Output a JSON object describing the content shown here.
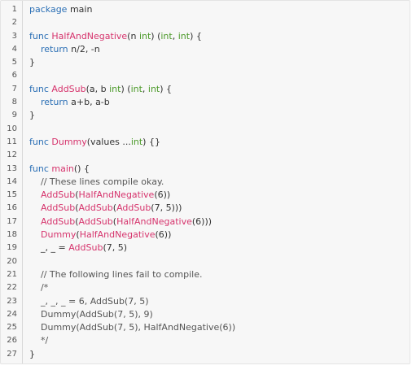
{
  "colors": {
    "keyword": "#2b6fb5",
    "function": "#d6336c",
    "type": "#4c9a2a",
    "comment": "#555555",
    "plain": "#333333"
  },
  "lines": [
    {
      "n": "1",
      "tokens": [
        [
          "keyword",
          "package"
        ],
        [
          "plain",
          " main"
        ]
      ]
    },
    {
      "n": "2",
      "tokens": []
    },
    {
      "n": "3",
      "tokens": [
        [
          "keyword",
          "func"
        ],
        [
          "plain",
          " "
        ],
        [
          "func",
          "HalfAndNegative"
        ],
        [
          "plain",
          "(n "
        ],
        [
          "type",
          "int"
        ],
        [
          "plain",
          ") ("
        ],
        [
          "type",
          "int"
        ],
        [
          "plain",
          ", "
        ],
        [
          "type",
          "int"
        ],
        [
          "plain",
          ") {"
        ]
      ]
    },
    {
      "n": "4",
      "tokens": [
        [
          "plain",
          "    "
        ],
        [
          "keyword",
          "return"
        ],
        [
          "plain",
          " n/2, -n"
        ]
      ]
    },
    {
      "n": "5",
      "tokens": [
        [
          "plain",
          "}"
        ]
      ]
    },
    {
      "n": "6",
      "tokens": []
    },
    {
      "n": "7",
      "tokens": [
        [
          "keyword",
          "func"
        ],
        [
          "plain",
          " "
        ],
        [
          "func",
          "AddSub"
        ],
        [
          "plain",
          "(a, b "
        ],
        [
          "type",
          "int"
        ],
        [
          "plain",
          ") ("
        ],
        [
          "type",
          "int"
        ],
        [
          "plain",
          ", "
        ],
        [
          "type",
          "int"
        ],
        [
          "plain",
          ") {"
        ]
      ]
    },
    {
      "n": "8",
      "tokens": [
        [
          "plain",
          "    "
        ],
        [
          "keyword",
          "return"
        ],
        [
          "plain",
          " a+b, a-b"
        ]
      ]
    },
    {
      "n": "9",
      "tokens": [
        [
          "plain",
          "}"
        ]
      ]
    },
    {
      "n": "10",
      "tokens": []
    },
    {
      "n": "11",
      "tokens": [
        [
          "keyword",
          "func"
        ],
        [
          "plain",
          " "
        ],
        [
          "func",
          "Dummy"
        ],
        [
          "plain",
          "(values ..."
        ],
        [
          "type",
          "int"
        ],
        [
          "plain",
          ") {}"
        ]
      ]
    },
    {
      "n": "12",
      "tokens": []
    },
    {
      "n": "13",
      "tokens": [
        [
          "keyword",
          "func"
        ],
        [
          "plain",
          " "
        ],
        [
          "func",
          "main"
        ],
        [
          "plain",
          "() {"
        ]
      ]
    },
    {
      "n": "14",
      "tokens": [
        [
          "plain",
          "    "
        ],
        [
          "comment",
          "// These lines compile okay."
        ]
      ]
    },
    {
      "n": "15",
      "tokens": [
        [
          "plain",
          "    "
        ],
        [
          "func",
          "AddSub"
        ],
        [
          "plain",
          "("
        ],
        [
          "func",
          "HalfAndNegative"
        ],
        [
          "plain",
          "(6))"
        ]
      ]
    },
    {
      "n": "16",
      "tokens": [
        [
          "plain",
          "    "
        ],
        [
          "func",
          "AddSub"
        ],
        [
          "plain",
          "("
        ],
        [
          "func",
          "AddSub"
        ],
        [
          "plain",
          "("
        ],
        [
          "func",
          "AddSub"
        ],
        [
          "plain",
          "(7, 5)))"
        ]
      ]
    },
    {
      "n": "17",
      "tokens": [
        [
          "plain",
          "    "
        ],
        [
          "func",
          "AddSub"
        ],
        [
          "plain",
          "("
        ],
        [
          "func",
          "AddSub"
        ],
        [
          "plain",
          "("
        ],
        [
          "func",
          "HalfAndNegative"
        ],
        [
          "plain",
          "(6)))"
        ]
      ]
    },
    {
      "n": "18",
      "tokens": [
        [
          "plain",
          "    "
        ],
        [
          "func",
          "Dummy"
        ],
        [
          "plain",
          "("
        ],
        [
          "func",
          "HalfAndNegative"
        ],
        [
          "plain",
          "(6))"
        ]
      ]
    },
    {
      "n": "19",
      "tokens": [
        [
          "plain",
          "    _, _ = "
        ],
        [
          "func",
          "AddSub"
        ],
        [
          "plain",
          "(7, 5)"
        ]
      ]
    },
    {
      "n": "20",
      "tokens": []
    },
    {
      "n": "21",
      "tokens": [
        [
          "plain",
          "    "
        ],
        [
          "comment",
          "// The following lines fail to compile."
        ]
      ]
    },
    {
      "n": "22",
      "tokens": [
        [
          "plain",
          "    "
        ],
        [
          "comment",
          "/*"
        ]
      ]
    },
    {
      "n": "23",
      "tokens": [
        [
          "plain",
          "    "
        ],
        [
          "comment",
          "_, _, _ = 6, AddSub(7, 5)"
        ]
      ]
    },
    {
      "n": "24",
      "tokens": [
        [
          "plain",
          "    "
        ],
        [
          "comment",
          "Dummy(AddSub(7, 5), 9)"
        ]
      ]
    },
    {
      "n": "25",
      "tokens": [
        [
          "plain",
          "    "
        ],
        [
          "comment",
          "Dummy(AddSub(7, 5), HalfAndNegative(6))"
        ]
      ]
    },
    {
      "n": "26",
      "tokens": [
        [
          "plain",
          "    "
        ],
        [
          "comment",
          "*/"
        ]
      ]
    },
    {
      "n": "27",
      "tokens": [
        [
          "plain",
          "}"
        ]
      ]
    }
  ]
}
